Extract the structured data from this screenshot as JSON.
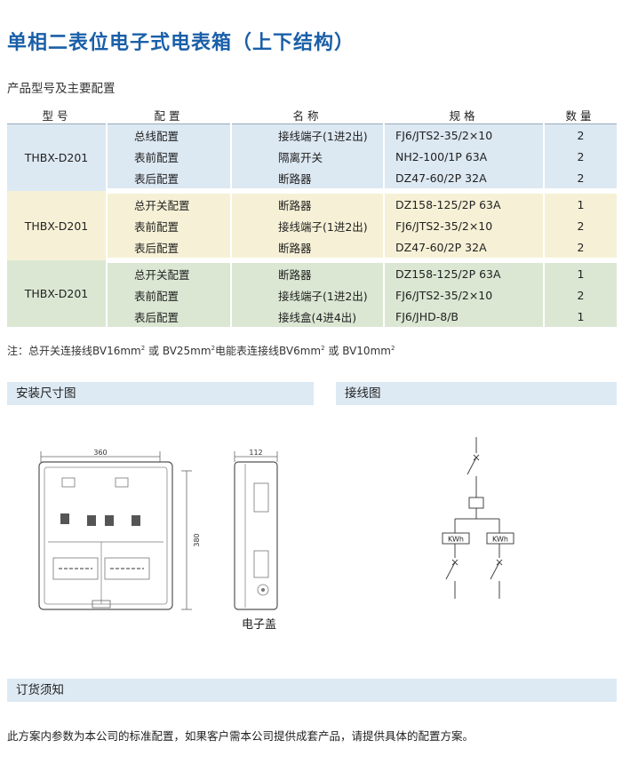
{
  "title": "单相二表位电子式电表箱（上下结构）",
  "subtitle": "产品型号及主要配置",
  "table": {
    "headers": [
      "型号",
      "配置",
      "名称",
      "规格",
      "数量"
    ],
    "groups": [
      {
        "model": "THBX-D201",
        "rows": [
          {
            "config": "总线配置",
            "name": "接线端子(1进2出)",
            "spec": "FJ6/JTS2-35/2×10",
            "qty": "2"
          },
          {
            "config": "表前配置",
            "name": "隔离开关",
            "spec": "NH2-100/1P 63A",
            "qty": "2"
          },
          {
            "config": "表后配置",
            "name": "断路器",
            "spec": "DZ47-60/2P 32A",
            "qty": "2"
          }
        ]
      },
      {
        "model": "THBX-D201",
        "rows": [
          {
            "config": "总开关配置",
            "name": "断路器",
            "spec": "DZ158-125/2P 63A",
            "qty": "1"
          },
          {
            "config": "表前配置",
            "name": "接线端子(1进2出)",
            "spec": "FJ6/JTS2-35/2×10",
            "qty": "2"
          },
          {
            "config": "表后配置",
            "name": "断路器",
            "spec": "DZ47-60/2P 32A",
            "qty": "2"
          }
        ]
      },
      {
        "model": "THBX-D201",
        "rows": [
          {
            "config": "总开关配置",
            "name": "断路器",
            "spec": "DZ158-125/2P 63A",
            "qty": "1"
          },
          {
            "config": "表前配置",
            "name": "接线端子(1进2出)",
            "spec": "FJ6/JTS2-35/2×10",
            "qty": "2"
          },
          {
            "config": "表后配置",
            "name": "接线盒(4进4出)",
            "spec": "FJ6/JHD-8/B",
            "qty": "1"
          }
        ]
      }
    ]
  },
  "note": {
    "prefix": "注：总开关连接线BV16mm",
    "part2": " 或 BV25mm",
    "part3": "电能表连接线BV6mm",
    "part4": " 或 BV10mm",
    "sup": "2"
  },
  "sections": {
    "install_dimensions": "安装尺寸图",
    "wiring_diagram": "接线图",
    "ordering": "订货须知"
  },
  "drawing": {
    "width_label": "360",
    "height_label": "380",
    "depth_label": "112",
    "caption": "电子盖",
    "meter_label": "KWh"
  },
  "footer_text": "此方案内参数为本公司的标准配置，如果客户需本公司提供成套产品，请提供具体的配置方案。",
  "colors": {
    "title": "#1a5fa8",
    "group_blue": "#dce8f2",
    "group_yellow": "#f6f1d6",
    "group_green": "#dbe7d3",
    "section_bar": "#dde9f3"
  }
}
